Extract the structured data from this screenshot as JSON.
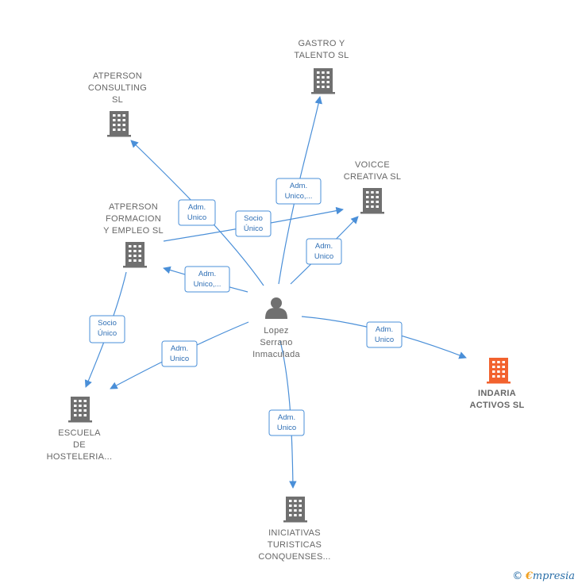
{
  "colors": {
    "edge": "#4a8fd8",
    "company": "#707070",
    "highlight": "#f2622e",
    "person": "#707070"
  },
  "person": {
    "name": [
      "Lopez",
      "Serrano",
      "Inmaculada"
    ],
    "icon": "person-icon"
  },
  "companies": [
    {
      "id": "gastro",
      "label": [
        "GASTRO Y",
        "TALENTO  SL"
      ],
      "highlight": false,
      "icon": "building-icon"
    },
    {
      "id": "atperson-consulting",
      "label": [
        "ATPERSON",
        "CONSULTING",
        "SL"
      ],
      "highlight": false,
      "icon": "building-icon"
    },
    {
      "id": "voicce",
      "label": [
        "VOICCE",
        "CREATIVA  SL"
      ],
      "highlight": false,
      "icon": "building-icon"
    },
    {
      "id": "atperson-formacion",
      "label": [
        "ATPERSON",
        "FORMACION",
        "Y EMPLEO SL"
      ],
      "highlight": false,
      "icon": "building-icon"
    },
    {
      "id": "indaria",
      "label": [
        "INDARIA",
        "ACTIVOS  SL"
      ],
      "highlight": true,
      "icon": "building-icon"
    },
    {
      "id": "escuela",
      "label": [
        "ESCUELA",
        "DE",
        "HOSTELERIA..."
      ],
      "highlight": false,
      "icon": "building-icon"
    },
    {
      "id": "iniciativas",
      "label": [
        "INICIATIVAS",
        "TURISTICAS",
        "CONQUENSES..."
      ],
      "highlight": false,
      "icon": "building-icon"
    }
  ],
  "edges": [
    {
      "id": "e-gastro",
      "from": "person",
      "to": "gastro",
      "label": [
        "Adm.",
        "Unico,..."
      ]
    },
    {
      "id": "e-consulting",
      "from": "person",
      "to": "atperson-consulting",
      "label": [
        "Adm.",
        "Unico"
      ]
    },
    {
      "id": "e-voicce",
      "from": "person",
      "to": "voicce",
      "label": [
        "Adm.",
        "Unico"
      ]
    },
    {
      "id": "e-formacion-voicce",
      "from": "atperson-formacion",
      "to": "voicce",
      "label": [
        "Socio",
        "Único"
      ]
    },
    {
      "id": "e-formacion",
      "from": "person",
      "to": "atperson-formacion",
      "label": [
        "Adm.",
        "Unico,..."
      ]
    },
    {
      "id": "e-indaria",
      "from": "person",
      "to": "indaria",
      "label": [
        "Adm.",
        "Unico"
      ]
    },
    {
      "id": "e-formacion-escuela",
      "from": "atperson-formacion",
      "to": "escuela",
      "label": [
        "Socio",
        "Único"
      ]
    },
    {
      "id": "e-escuela",
      "from": "person",
      "to": "escuela",
      "label": [
        "Adm.",
        "Unico"
      ]
    },
    {
      "id": "e-iniciativas",
      "from": "person",
      "to": "iniciativas",
      "label": [
        "Adm.",
        "Unico"
      ]
    }
  ],
  "footer": {
    "copyright": "©",
    "brand_e": "€",
    "brand_rest": "mpresia"
  }
}
